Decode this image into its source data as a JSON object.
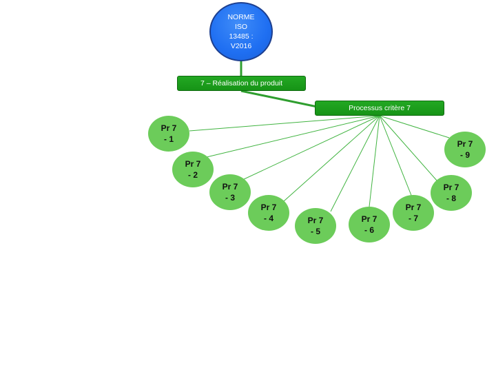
{
  "diagram": {
    "root": {
      "label": "NORME\nISO\n13485 :\nV2016"
    },
    "section": {
      "label": "7 – Réalisation du produit"
    },
    "criterion": {
      "label": "Processus critère 7"
    },
    "processes": [
      {
        "label": "Pr 7\n- 1"
      },
      {
        "label": "Pr 7\n- 2"
      },
      {
        "label": "Pr 7\n- 3"
      },
      {
        "label": "Pr 7\n- 4"
      },
      {
        "label": "Pr 7\n- 5"
      },
      {
        "label": "Pr 7\n- 6"
      },
      {
        "label": "Pr 7\n- 7"
      },
      {
        "label": "Pr 7\n- 8"
      },
      {
        "label": "Pr 7\n- 9"
      }
    ]
  },
  "colors": {
    "root_fill": "#1f6ff2",
    "box_fill": "#1a9e1a",
    "process_fill": "#6ccc5a",
    "connector": "#2f9e2f"
  }
}
